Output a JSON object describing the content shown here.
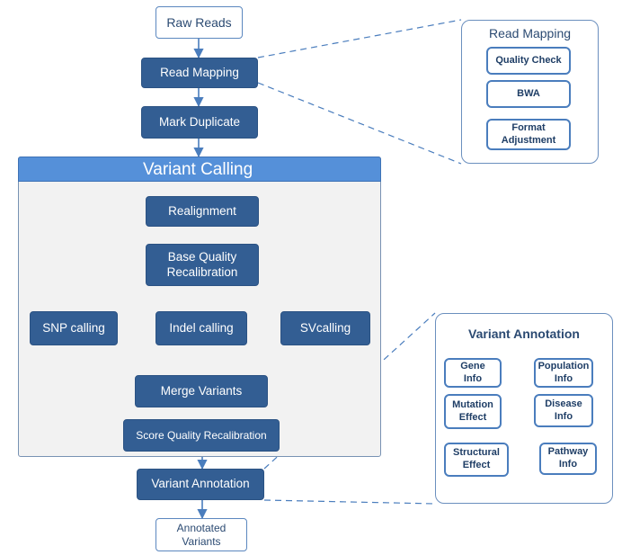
{
  "main_flow": {
    "raw_reads": "Raw Reads",
    "read_mapping": "Read Mapping",
    "mark_duplicate": "Mark Duplicate",
    "variant_annotation": "Variant Annotation",
    "annotated_variants": "Annotated\nVariants"
  },
  "variant_calling": {
    "title": "Variant Calling",
    "realignment": "Realignment",
    "base_quality_recalibration": "Base Quality\nRecalibration",
    "snp_calling": "SNP calling",
    "indel_calling": "Indel calling",
    "sv_calling": "SVcalling",
    "merge_variants": "Merge Variants",
    "score_quality_recalibration": "Score Quality Recalibration"
  },
  "read_mapping_panel": {
    "title": "Read Mapping",
    "items": [
      "Quality Check",
      "BWA",
      "Format\nAdjustment"
    ]
  },
  "variant_annotation_panel": {
    "title": "Variant Annotation",
    "items": [
      "Gene\nInfo",
      "Population\nInfo",
      "Mutation\nEffect",
      "Disease\nInfo",
      "Structural\nEffect",
      "Pathway\nInfo"
    ]
  },
  "colors": {
    "node_fill": "#335e93",
    "header_fill": "#5590d9",
    "connector": "#4a7dbd",
    "panel_border": "#6b8fbe"
  }
}
